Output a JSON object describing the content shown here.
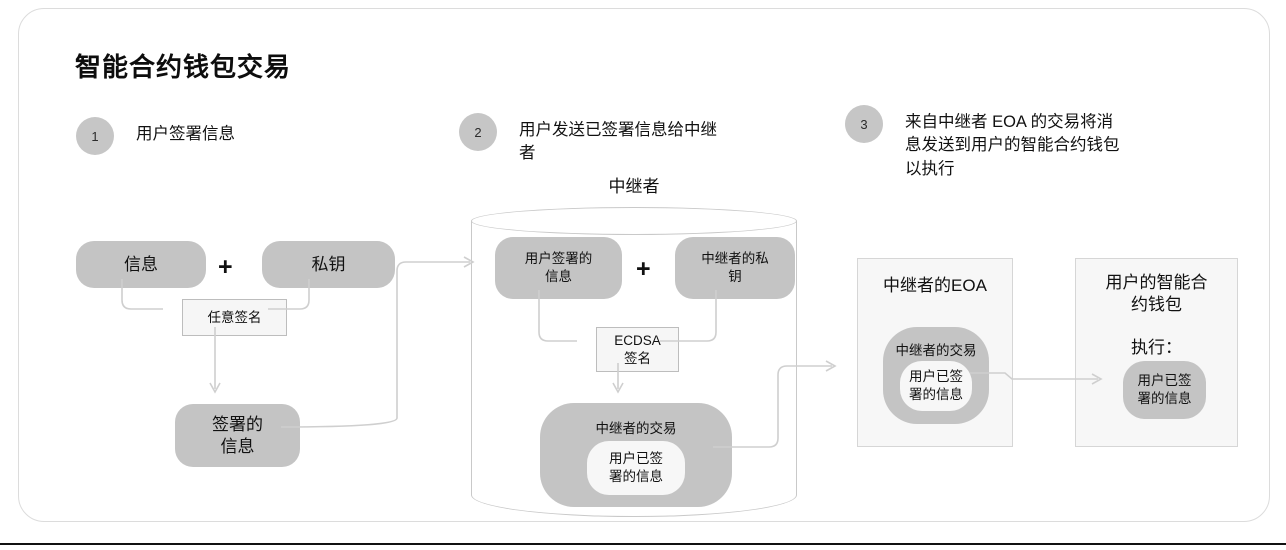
{
  "diagram": {
    "title": "智能合约钱包交易",
    "bottom_rule": true
  },
  "steps": [
    {
      "number": "1",
      "text": "用户签署信息"
    },
    {
      "number": "2",
      "text": "用户发送已签署信息给中继者"
    },
    {
      "number": "3",
      "text": "来自中继者 EOA 的交易将消息发送到用户的智能合约钱包以执行"
    }
  ],
  "stage_user": {
    "message_box": "信息",
    "plus": "+",
    "private_key_box": "私钥",
    "signature_box": "任意签名",
    "signed_message": "签署的\n信息"
  },
  "stage_relayer": {
    "cylinder_label": "中继者",
    "user_signed_message": "用户签署的\n信息",
    "plus": "+",
    "relayer_private_key": "中继者的私\n钥",
    "ecdsa_box": "ECDSA\n签名",
    "transaction_label": "中继者的交易",
    "transaction_inner": "用户已签\n署的信息"
  },
  "stage_eoa": {
    "panel_title": "中继者的EOA",
    "transaction_label": "中继者的交易",
    "transaction_inner": "用户已签\n署的信息"
  },
  "stage_wallet": {
    "panel_title": "用户的智能合\n约钱包",
    "execute_label": "执行：",
    "message_pill": "用户已签\n署的信息"
  },
  "colors": {
    "frame_border": "#dcdcdc",
    "shape_fill": "#c4c4c4",
    "panel_fill": "#f7f7f7",
    "wire": "#cfcfcf",
    "text": "#111111",
    "bottom_rule": "#111111"
  }
}
